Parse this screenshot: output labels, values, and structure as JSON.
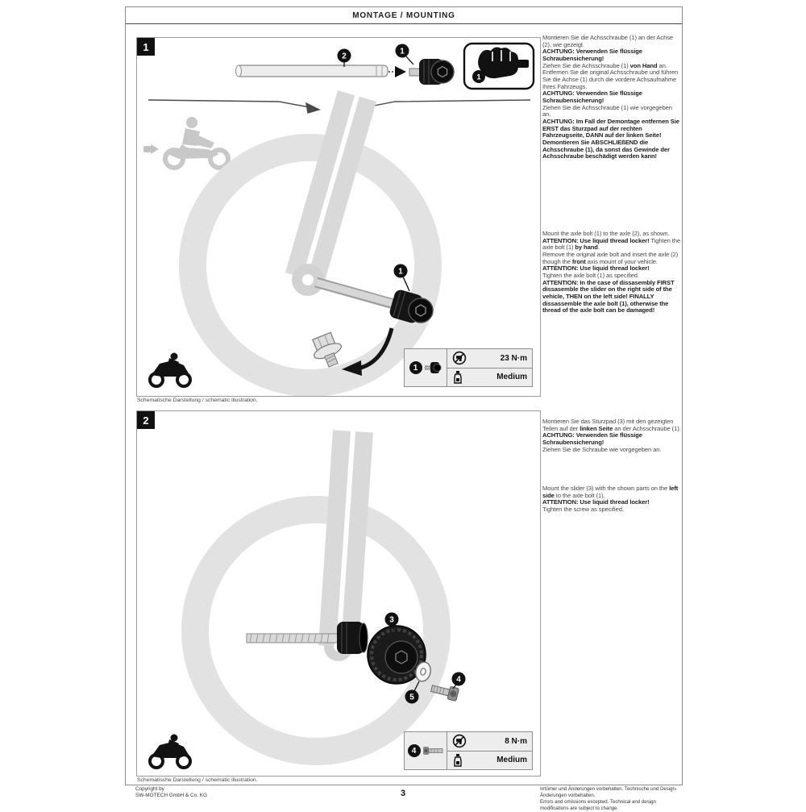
{
  "page": {
    "header_title": "MONTAGE / MOUNTING",
    "page_number": "3",
    "footer_left": [
      "Copyright by",
      "SW-MOTECH GmbH & Co. KG"
    ],
    "footer_right": [
      "Irrtümer und Änderungen vorbehalten. Technische und Design-Änderungen vorbehalten.",
      "Errors and omissions excepted. Technical and design modifications are subject to change."
    ]
  },
  "panel1": {
    "step_number": "1",
    "caption": "Schematische Darstellung / schematic illustration.",
    "callouts": {
      "axle": "2",
      "axle_bolt": "1"
    },
    "torque_box": {
      "item": "1",
      "torque": "23 N·m",
      "thread_locker": "Medium"
    }
  },
  "panel2": {
    "step_number": "2",
    "caption": "Schematische Darstellung / schematic illustration.",
    "callouts": {
      "slider": "3",
      "screw": "4",
      "washer": "5"
    },
    "torque_box": {
      "item": "4",
      "torque": "8 N·m",
      "thread_locker": "Medium"
    }
  },
  "instructions": {
    "step1_de": [
      [
        {
          "t": "Montieren Sie die Achsschraube (1) an der Achse (2), wie gezeigt."
        }
      ],
      [
        {
          "t": "ACHTUNG: Verwenden Sie flüssige Schraubensicherung!",
          "b": true
        }
      ],
      [
        {
          "t": "Ziehen Sie die Achsschraube (1) "
        },
        {
          "t": "von Hand",
          "b": true
        },
        {
          "t": " an."
        }
      ],
      [
        {
          "t": "Entfernen Sie die original Achsschraube und führen Sie die Achse (1) durch die vordere Achsaufnahme Ihres Fahrzeugs."
        }
      ],
      [
        {
          "t": "ACHTUNG: Verwenden Sie flüssige Schraubensicherung!",
          "b": true
        }
      ],
      [
        {
          "t": "Ziehen Sie die Achsschraube (1) wie vorgegeben an."
        }
      ],
      [
        {
          "t": "ACHTUNG: Im Fall der Demontage entfernen Sie ERST das Sturzpad auf der rechten Fahrzeugseite, DANN auf der linken Seite!",
          "b": true
        }
      ],
      [
        {
          "t": "Demontieren Sie ABSCHLIEßEND die Achsschraube (1), da sonst das Gewinde der Achsschraube beschädigt werden kann!",
          "b": true
        }
      ]
    ],
    "step1_en": [
      [
        {
          "t": "Mount the axle bolt (1) to the axle (2), as shown."
        }
      ],
      [
        {
          "t": "ATTENTION: Use liquid thread locker!",
          "b": true
        },
        {
          "t": " Tighten the axle bolt (1) "
        },
        {
          "t": "by hand",
          "b": true
        },
        {
          "t": "."
        }
      ],
      [
        {
          "t": "Remove the original axle bolt and insert the axle (2) though the "
        },
        {
          "t": "front",
          "b": true
        },
        {
          "t": " axis mount of your vehicle."
        }
      ],
      [
        {
          "t": "ATTENTION: Use liquid thread locker!",
          "b": true
        }
      ],
      [
        {
          "t": "Tighten the axle bolt (1) as specified."
        }
      ],
      [
        {
          "t": "ATTENTION: In the case of dissasembly FIRST dissasemble the slider on the right side of the vehicle, THEN on the left side! FINALLY dissassemble the axle bolt (1), otherwise the thread of the axle bolt can be damaged!",
          "b": true
        }
      ]
    ],
    "step2_de": [
      [
        {
          "t": "Montieren Sie das Sturzpad (3) mit den gezeigten Teilen auf der "
        },
        {
          "t": "linken Seite",
          "b": true
        },
        {
          "t": " an der Achsschraube (1)."
        }
      ],
      [
        {
          "t": "ACHTUNG: Verwenden Sie flüssige Schraubensicherung!",
          "b": true
        }
      ],
      [
        {
          "t": "Ziehen Sie die Schraube wie vorgegeben an."
        }
      ]
    ],
    "step2_en": [
      [
        {
          "t": "Mount the slider (3) with the shown parts on the "
        },
        {
          "t": "left side",
          "b": true
        },
        {
          "t": " to the axle bolt (1)."
        }
      ],
      [
        {
          "t": "ATTENTION: Use liquid thread locker!",
          "b": true
        }
      ],
      [
        {
          "t": "Tighten the screw as specified."
        }
      ]
    ]
  }
}
